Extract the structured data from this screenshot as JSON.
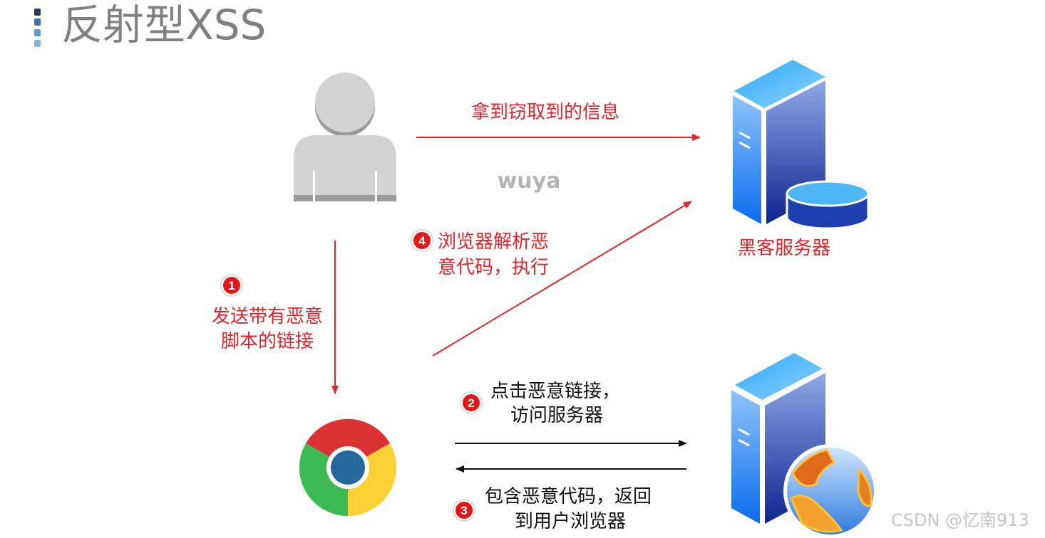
{
  "title": "反射型XSS",
  "watermark_center": "wuya",
  "watermark_corner": "CSDN @忆南913",
  "colors": {
    "accent_red": "#e3242b",
    "title_gray": "#808080",
    "arrow_black": "#111111"
  },
  "nodes": {
    "attacker": {
      "icon": "user-icon"
    },
    "hacker_server": {
      "icon": "server-database-icon",
      "label": "黑客服务器"
    },
    "browser": {
      "icon": "chrome-browser-icon"
    },
    "web_server": {
      "icon": "web-server-globe-icon"
    }
  },
  "steps": [
    {
      "number": "1",
      "lines": [
        "发送带有恶意",
        "脚本的链接"
      ]
    },
    {
      "number": "2",
      "lines": [
        "点击恶意链接，",
        "访问服务器"
      ]
    },
    {
      "number": "3",
      "lines": [
        "包含恶意代码，返回",
        "到用户浏览器"
      ]
    },
    {
      "number": "4",
      "lines": [
        "浏览器解析恶",
        "意代码，执行"
      ]
    }
  ],
  "top_arrow_label": "拿到窃取到的信息"
}
